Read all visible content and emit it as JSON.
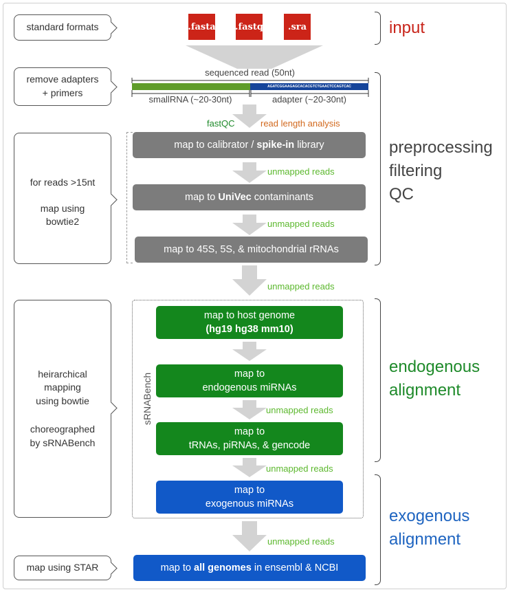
{
  "formats": [
    ".fasta",
    ".fastq",
    ".sra"
  ],
  "notes": {
    "standard_formats": "standard formats",
    "remove_adapters": [
      "remove adapters",
      "+ primers"
    ],
    "reads_15nt": "for reads >15nt",
    "map_bowtie2": [
      "map using",
      "bowtie2"
    ],
    "hierarchical": [
      "heirarchical",
      "mapping",
      "using bowtie"
    ],
    "choreographed": [
      "choreographed",
      "by sRNABench"
    ],
    "map_star": "map using STAR"
  },
  "read_diagram": {
    "title": "sequenced read (50nt)",
    "adapter_sequence": "AGATCGGAAGAGCACACGTCTGAACTCCAGTCAC",
    "small_rna_label": "smallRNA (~20-30nt)",
    "adapter_label": "adapter (~20-30nt)"
  },
  "qc": {
    "fastqc": "fastQC",
    "read_length": "read length analysis"
  },
  "steps": {
    "calibrator": [
      "map to calibrator / ",
      "spike-in",
      " library"
    ],
    "univec": [
      "map to ",
      "UniVec",
      " contaminants"
    ],
    "rrna": "map to 45S, 5S, & mitochondrial rRNAs",
    "host": [
      "map to host genome",
      "(hg19 hg38 mm10)"
    ],
    "mirna": [
      "map to",
      "endogenous miRNAs"
    ],
    "trna": [
      "map to",
      "tRNAs, piRNAs, & gencode"
    ],
    "exo": [
      "map to",
      "exogenous miRNAs"
    ],
    "all": [
      "map to ",
      "all genomes",
      " in ensembl & NCBI"
    ]
  },
  "unmapped_label": "unmapped reads",
  "srnabench": "sRNABench",
  "sections": {
    "input": "input",
    "preprocessing": [
      "preprocessing",
      "filtering",
      "QC"
    ],
    "endogenous": [
      "endogenous",
      "alignment"
    ],
    "exogenous": [
      "exogenous",
      "alignment"
    ]
  },
  "colors": {
    "input": "#c8241a",
    "endogenous": "#1e8a2a",
    "exogenous": "#1e64c0",
    "gray_box": "#7c7c7c",
    "green_box": "#14871d",
    "blue_box": "#1159c8",
    "unmapped": "#5cb82e",
    "fastqc": "#1e8a2a",
    "read_length": "#d2691e"
  }
}
